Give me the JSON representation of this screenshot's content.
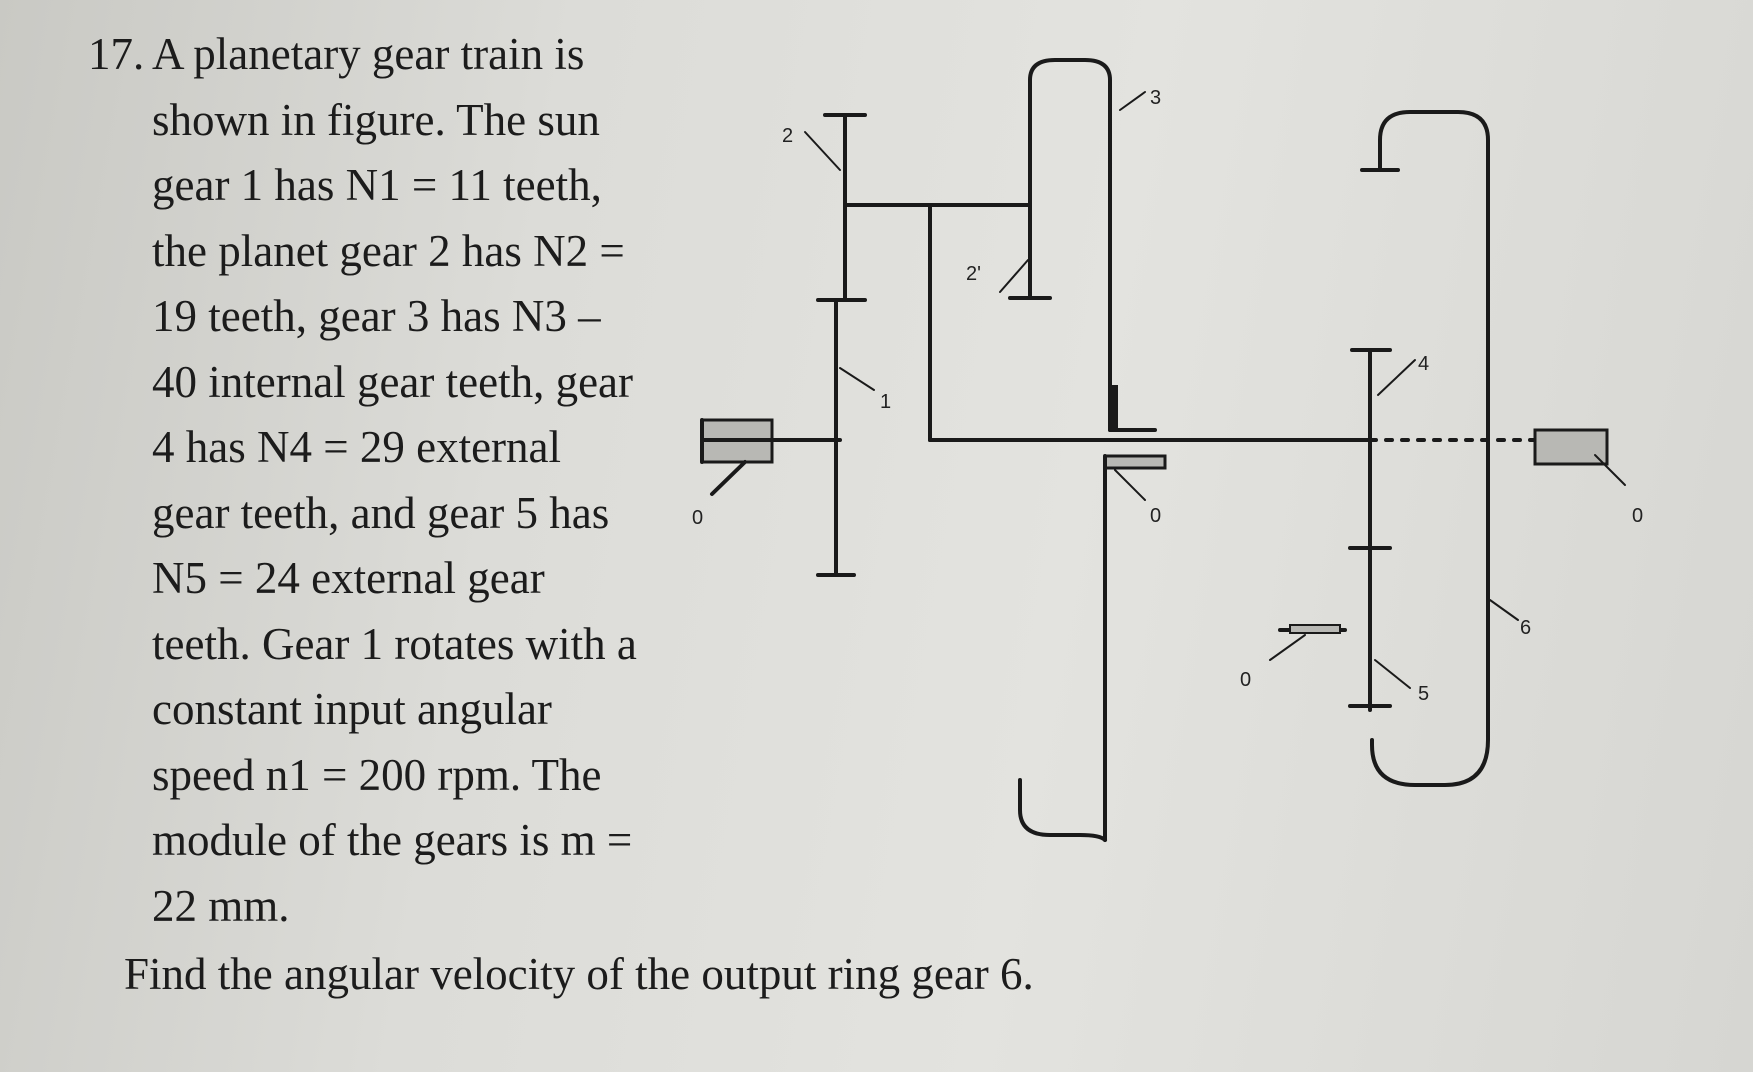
{
  "problem": {
    "number": "17.",
    "lines": [
      "A planetary gear train is",
      "shown in figure. The sun",
      "gear 1 has N1 = 11 teeth,",
      "the planet gear 2 has N2 =",
      "19 teeth, gear 3 has N3 –",
      "40 internal gear teeth, gear",
      "4 has N4 = 29 external",
      "gear teeth, and gear 5 has",
      "N5 = 24 external gear",
      "teeth. Gear 1 rotates with a",
      "constant input angular",
      "speed n1 = 200 rpm. The",
      "module of the gears is m =",
      "22 mm."
    ],
    "question": "Find the angular velocity of the output ring gear 6."
  },
  "diagram": {
    "labels": {
      "gear_1": "1",
      "gear_2": "2",
      "gear_2p": "2'",
      "gear_3": "3",
      "gear_4": "4",
      "gear_5": "5",
      "gear_6": "6",
      "ground_left": "0",
      "ground_center": "0",
      "ground_right": "0",
      "ground_lower": "0"
    }
  }
}
